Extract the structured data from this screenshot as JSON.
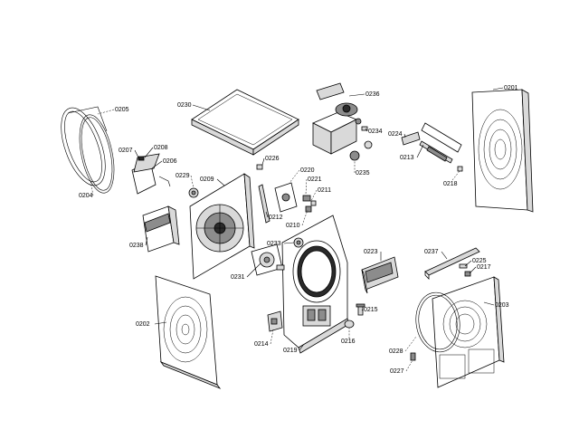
{
  "diagram": {
    "callouts": [
      "0201",
      "0202",
      "0203",
      "0204",
      "0205",
      "0206",
      "0207",
      "0208",
      "0209",
      "0210",
      "0211",
      "0212",
      "0213",
      "0215",
      "0216",
      "0217",
      "0218",
      "0219",
      "0220",
      "0221",
      "0223",
      "0224",
      "0225",
      "0226",
      "0227",
      "0228",
      "0229",
      "0230",
      "0231",
      "0233",
      "0234",
      "0235",
      "0236",
      "0237",
      "0238",
      "0214"
    ]
  }
}
